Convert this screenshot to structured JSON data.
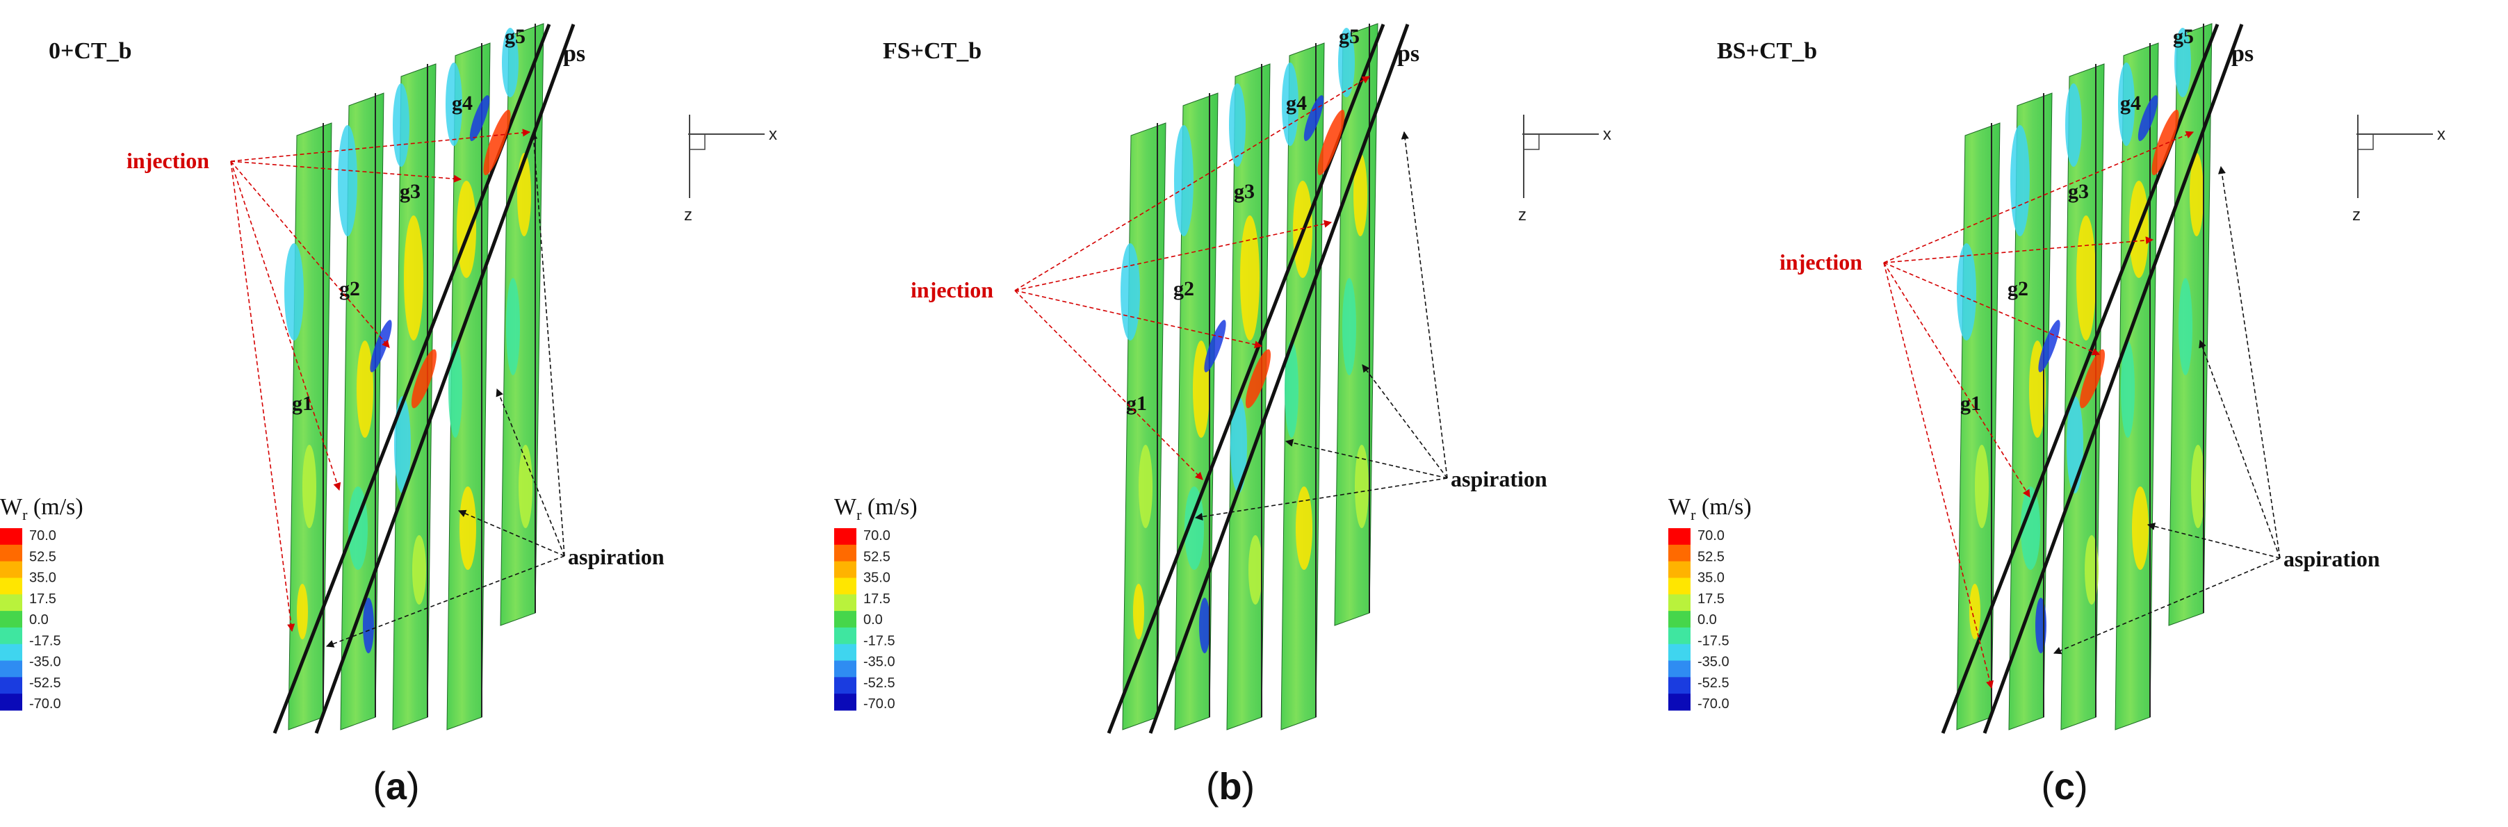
{
  "panels": [
    {
      "title": "0+CT_b",
      "caption_letter": "a"
    },
    {
      "title": "FS+CT_b",
      "caption_letter": "b"
    },
    {
      "title": "BS+CT_b",
      "caption_letter": "c"
    }
  ],
  "labels": {
    "pressure_side": "ps",
    "injection": "injection",
    "aspiration": "aspiration",
    "gaps": [
      "g1",
      "g2",
      "g3",
      "g4",
      "g5"
    ],
    "axis_x": "x",
    "axis_z": "z"
  },
  "legend": {
    "quantity": "W",
    "subscript": "r",
    "unit": "(m/s)",
    "ticks": [
      "70.0",
      "52.5",
      "35.0",
      "17.5",
      "0.0",
      "-17.5",
      "-35.0",
      "-52.5",
      "-70.0"
    ],
    "colors": [
      "#ff0000",
      "#ff6a00",
      "#ffb300",
      "#ffe600",
      "#b9f23c",
      "#46d64b",
      "#3fe6a0",
      "#3fd5ef",
      "#2f8cf2",
      "#1a3ce0",
      "#0a0ab8"
    ]
  },
  "colors": {
    "injection_arrow": "#d40000",
    "aspiration_arrow": "#111111",
    "slice_base": "#5fd05a"
  }
}
